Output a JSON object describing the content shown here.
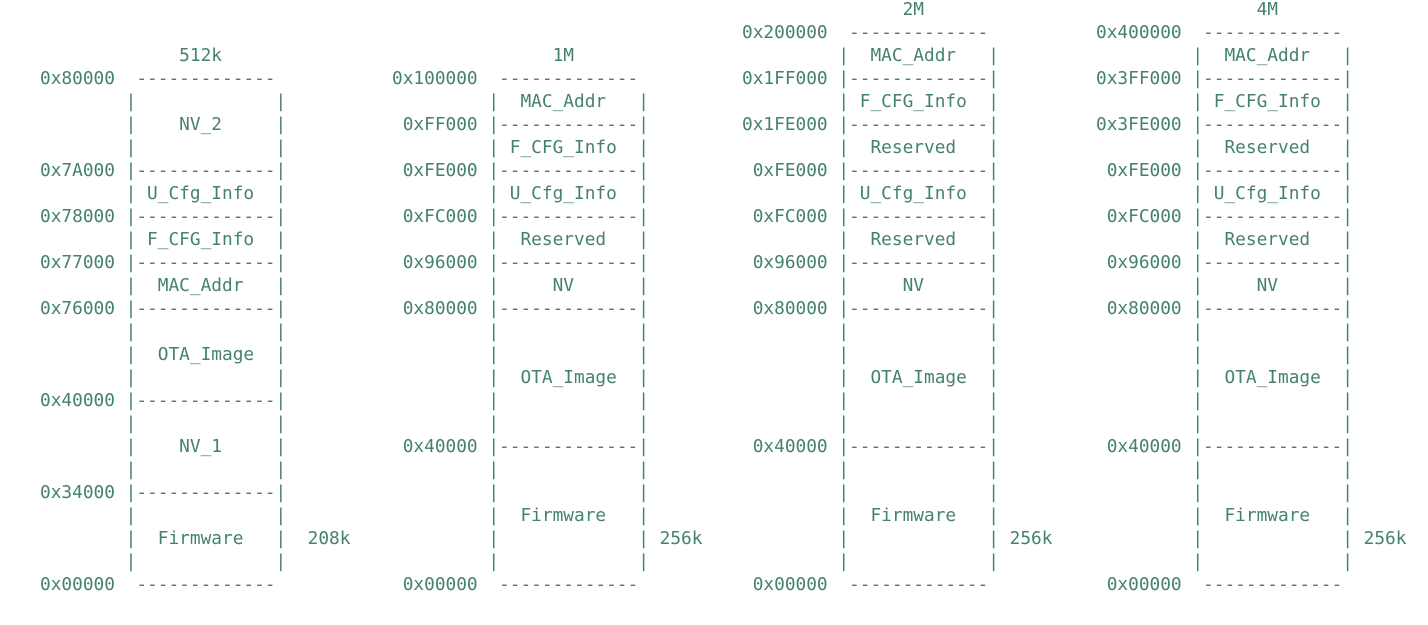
{
  "colors": {
    "text": "#45826B",
    "background": "#FFFFFF"
  },
  "diagrams": [
    {
      "id": "512k",
      "title": "512k",
      "flash_size": "512k",
      "address_top": "0x80000",
      "address_bottom": "0x00000",
      "firmware_size_label": "208k",
      "regions": [
        {
          "label": "NV_2",
          "from": "0x7A000",
          "to": "0x80000"
        },
        {
          "label": "U_Cfg_Info",
          "from": "0x78000",
          "to": "0x7A000"
        },
        {
          "label": "F_CFG_Info",
          "from": "0x77000",
          "to": "0x78000"
        },
        {
          "label": "MAC_Addr",
          "from": "0x76000",
          "to": "0x77000"
        },
        {
          "label": "OTA_Image",
          "from": "0x40000",
          "to": "0x76000"
        },
        {
          "label": "NV_1",
          "from": "0x34000",
          "to": "0x40000"
        },
        {
          "label": "Firmware",
          "from": "0x00000",
          "to": "0x34000",
          "size_note": "208k"
        }
      ],
      "ascii": "\n\n             512k\n0x80000  -------------\n        |             |\n        |    NV_2     |\n        |             |\n0x7A000 |-------------|\n        | U_Cfg_Info  |\n0x78000 |-------------|\n        | F_CFG_Info  |\n0x77000 |-------------|\n        |  MAC_Addr   |\n0x76000 |-------------|\n        |             |\n        |  OTA_Image  |\n        |             |\n0x40000 |-------------|\n        |             |\n        |    NV_1     |\n        |             |\n0x34000 |-------------|\n        |             |\n        |  Firmware   |  208k\n        |             |\n0x00000  -------------"
    },
    {
      "id": "1m",
      "title": "1M",
      "flash_size": "1M",
      "address_top": "0x100000",
      "address_bottom": "0x00000",
      "firmware_size_label": "256k",
      "regions": [
        {
          "label": "MAC_Addr",
          "from": "0xFF000",
          "to": "0x100000"
        },
        {
          "label": "F_CFG_Info",
          "from": "0xFE000",
          "to": "0xFF000"
        },
        {
          "label": "U_Cfg_Info",
          "from": "0xFC000",
          "to": "0xFE000"
        },
        {
          "label": "Reserved",
          "from": "0x96000",
          "to": "0xFC000"
        },
        {
          "label": "NV",
          "from": "0x80000",
          "to": "0x96000"
        },
        {
          "label": "OTA_Image",
          "from": "0x40000",
          "to": "0x80000"
        },
        {
          "label": "Firmware",
          "from": "0x00000",
          "to": "0x40000",
          "size_note": "256k"
        }
      ],
      "ascii": "\n\n               1M\n0x100000  -------------\n         |  MAC_Addr   |\n 0xFF000 |-------------|\n         | F_CFG_Info  |\n 0xFE000 |-------------|\n         | U_Cfg_Info  |\n 0xFC000 |-------------|\n         |  Reserved   |\n 0x96000 |-------------|\n         |     NV      |\n 0x80000 |-------------|\n         |             |\n         |             |\n         |  OTA_Image  |\n         |             |\n         |             |\n 0x40000 |-------------|\n         |             |\n         |             |\n         |  Firmware   |\n         |             | 256k\n         |             |\n 0x00000  -------------"
    },
    {
      "id": "2m",
      "title": "2M",
      "flash_size": "2M",
      "address_top": "0x200000",
      "address_bottom": "0x00000",
      "firmware_size_label": "256k",
      "regions": [
        {
          "label": "MAC_Addr",
          "from": "0x1FF000",
          "to": "0x200000"
        },
        {
          "label": "F_CFG_Info",
          "from": "0x1FE000",
          "to": "0x1FF000"
        },
        {
          "label": "Reserved",
          "from": "0xFE000",
          "to": "0x1FE000"
        },
        {
          "label": "U_Cfg_Info",
          "from": "0xFC000",
          "to": "0xFE000"
        },
        {
          "label": "Reserved",
          "from": "0x96000",
          "to": "0xFC000"
        },
        {
          "label": "NV",
          "from": "0x80000",
          "to": "0x96000"
        },
        {
          "label": "OTA_Image",
          "from": "0x40000",
          "to": "0x80000"
        },
        {
          "label": "Firmware",
          "from": "0x00000",
          "to": "0x40000",
          "size_note": "256k"
        }
      ],
      "ascii": "               2M\n0x200000  -------------\n         |  MAC_Addr   |\n0x1FF000 |-------------|\n         | F_CFG_Info  |\n0x1FE000 |-------------|\n         |  Reserved   |\n 0xFE000 |-------------|\n         | U_Cfg_Info  |\n 0xFC000 |-------------|\n         |  Reserved   |\n 0x96000 |-------------|\n         |     NV      |\n 0x80000 |-------------|\n         |             |\n         |             |\n         |  OTA_Image  |\n         |             |\n         |             |\n 0x40000 |-------------|\n         |             |\n         |             |\n         |  Firmware   |\n         |             | 256k\n         |             |\n 0x00000  -------------"
    },
    {
      "id": "4m",
      "title": "4M",
      "flash_size": "4M",
      "address_top": "0x400000",
      "address_bottom": "0x00000",
      "firmware_size_label": "256k",
      "regions": [
        {
          "label": "MAC_Addr",
          "from": "0x3FF000",
          "to": "0x400000"
        },
        {
          "label": "F_CFG_Info",
          "from": "0x3FE000",
          "to": "0x3FF000"
        },
        {
          "label": "Reserved",
          "from": "0xFE000",
          "to": "0x3FE000"
        },
        {
          "label": "U_Cfg_Info",
          "from": "0xFC000",
          "to": "0xFE000"
        },
        {
          "label": "Reserved",
          "from": "0x96000",
          "to": "0xFC000"
        },
        {
          "label": "NV",
          "from": "0x80000",
          "to": "0x96000"
        },
        {
          "label": "OTA_Image",
          "from": "0x40000",
          "to": "0x80000"
        },
        {
          "label": "Firmware",
          "from": "0x00000",
          "to": "0x40000",
          "size_note": "256k"
        }
      ],
      "ascii": "               4M\n0x400000  -------------\n         |  MAC_Addr   |\n0x3FF000 |-------------|\n         | F_CFG_Info  |\n0x3FE000 |-------------|\n         |  Reserved   |\n 0xFE000 |-------------|\n         | U_Cfg_Info  |\n 0xFC000 |-------------|\n         |  Reserved   |\n 0x96000 |-------------|\n         |     NV      |\n 0x80000 |-------------|\n         |             |\n         |             |\n         |  OTA_Image  |\n         |             |\n         |             |\n 0x40000 |-------------|\n         |             |\n         |             |\n         |  Firmware   |\n         |             | 256k\n         |             |\n 0x00000  -------------"
    }
  ]
}
